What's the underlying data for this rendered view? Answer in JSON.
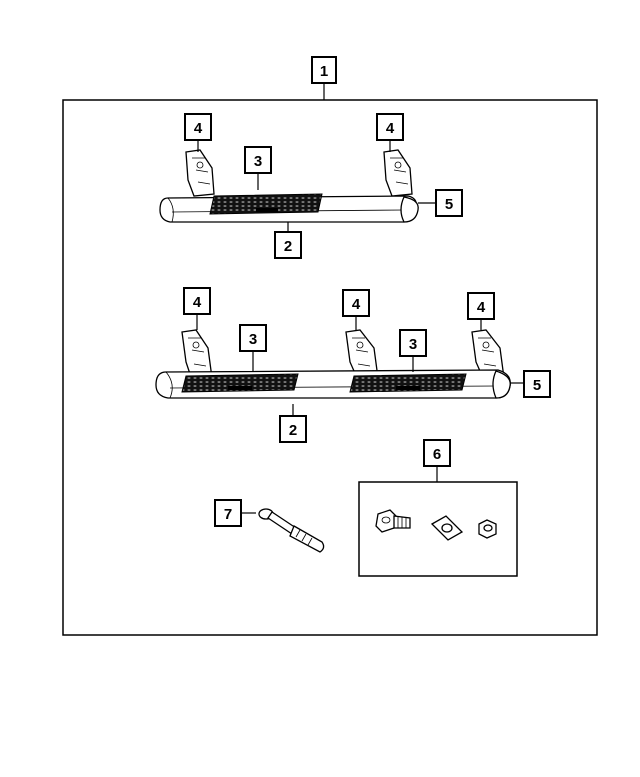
{
  "callouts": {
    "assembly": "1",
    "step_bar": "2",
    "step_pad": "3",
    "bracket": "4",
    "end_cap": "5",
    "hardware_kit": "6",
    "tool": "7"
  },
  "colors": {
    "line": "#000000",
    "background": "#ffffff",
    "tread": "#1a1a1a"
  }
}
